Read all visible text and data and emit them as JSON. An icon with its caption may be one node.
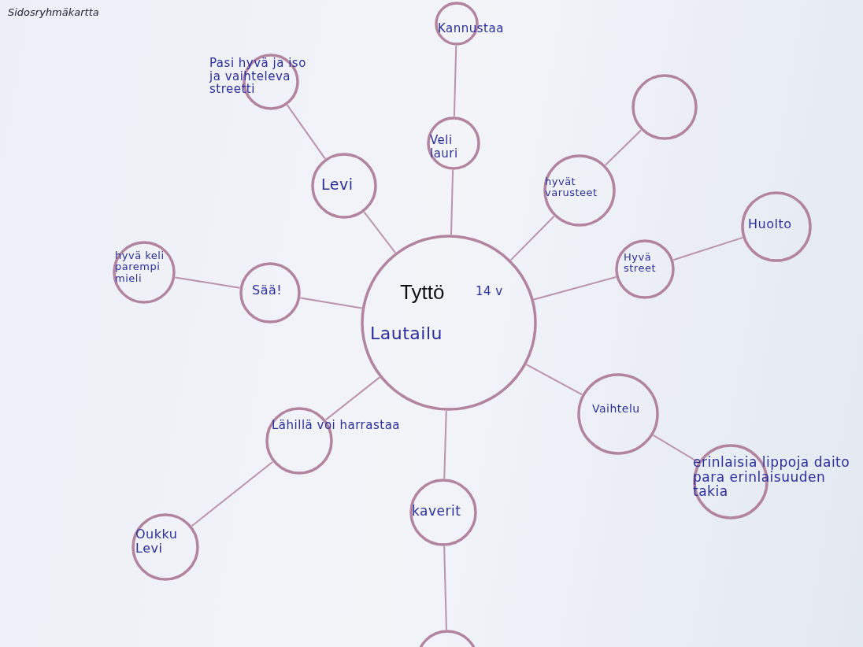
{
  "diagram": {
    "title": "Sidosryhmäkartta",
    "nodes": [
      {
        "text": [
          "Tyttö",
          "14 v",
          "Lautailu"
        ]
      },
      {
        "text": [
          "Kannustaa"
        ]
      },
      {
        "text": [
          "Pasi hyvä ja iso ja vaihteleva streetti"
        ]
      },
      {
        "text": [
          "Veli lauri"
        ]
      },
      {
        "text": [],
        "shape": "circle"
      },
      {
        "text": [
          "Levi"
        ]
      },
      {
        "text": [
          "hyvät varusteet"
        ]
      },
      {
        "text": [
          "Huolto"
        ]
      },
      {
        "text": [
          "hyvä keli parempi mieli"
        ]
      },
      {
        "text": [
          "Sää!"
        ]
      },
      {
        "text": [
          "Hyvä street"
        ]
      },
      {
        "text": [
          "Vaihtelu"
        ]
      },
      {
        "text": [
          "Lähillä voi harrastaa"
        ]
      },
      {
        "text": [
          "erinlaisia lippoja daito para erinlaisuuden takia"
        ]
      },
      {
        "text": [
          "kaverit"
        ]
      },
      {
        "text": [
          "Oukku Levi"
        ]
      },
      {
        "text": [],
        "shape": "circle"
      }
    ],
    "edges": [
      {
        "from": 0,
        "to": 3,
        "arrow": "none"
      },
      {
        "from": 3,
        "to": 1,
        "arrow": "none"
      },
      {
        "from": 0,
        "to": 5,
        "arrow": "none"
      },
      {
        "from": 5,
        "to": 2,
        "arrow": "none"
      },
      {
        "from": 0,
        "to": 6,
        "arrow": "none"
      },
      {
        "from": 6,
        "to": 4,
        "arrow": "none"
      },
      {
        "from": 0,
        "to": 10,
        "arrow": "none"
      },
      {
        "from": 10,
        "to": 7,
        "arrow": "none"
      },
      {
        "from": 0,
        "to": 9,
        "arrow": "none"
      },
      {
        "from": 9,
        "to": 8,
        "arrow": "none"
      },
      {
        "from": 0,
        "to": 11,
        "arrow": "none"
      },
      {
        "from": 11,
        "to": 13,
        "arrow": "none"
      },
      {
        "from": 0,
        "to": 12,
        "arrow": "none"
      },
      {
        "from": 12,
        "to": 15,
        "arrow": "none"
      },
      {
        "from": 0,
        "to": 14,
        "arrow": "none"
      },
      {
        "from": 14,
        "to": 16,
        "arrow": "none"
      }
    ]
  }
}
